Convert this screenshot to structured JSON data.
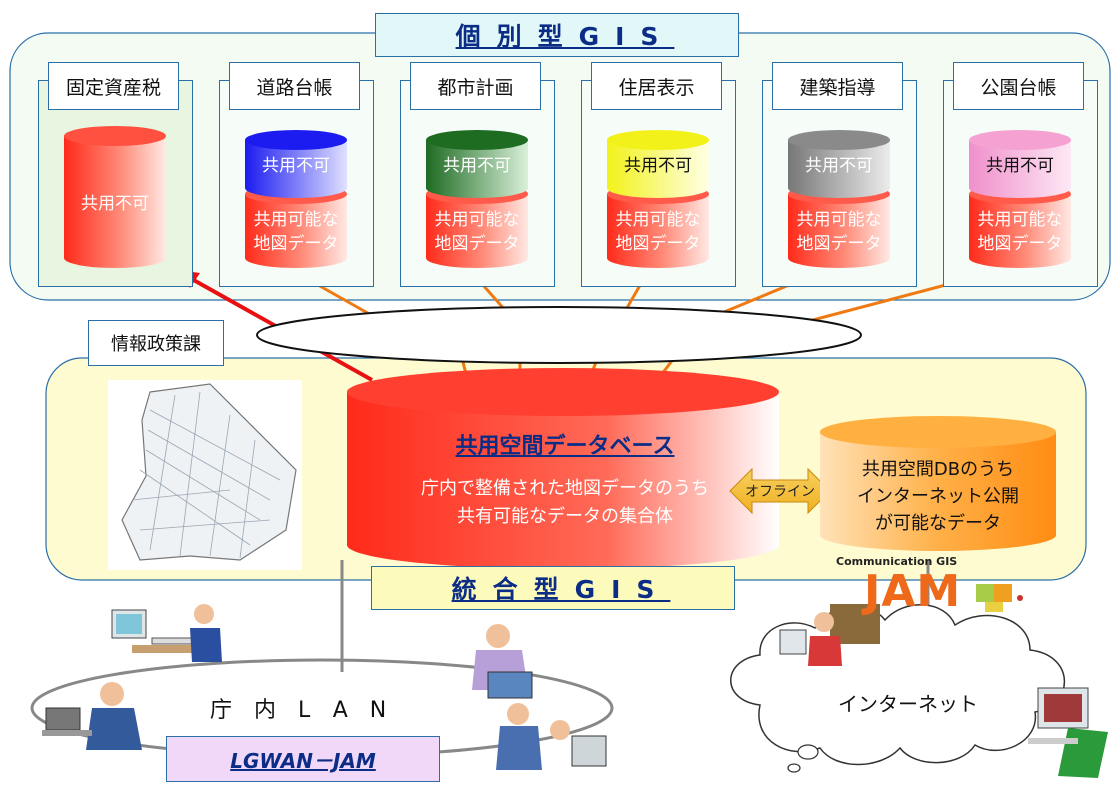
{
  "individual_gis": {
    "title": "個別型GIS",
    "departments": [
      {
        "name": "固定資産税",
        "cyl_label": "共用不可",
        "color": "#ff3b2b"
      },
      {
        "name": "道路台帳",
        "top_label": "共用不可",
        "bottom_label": "共用可能な\n地図データ",
        "color": "#1c1cf0"
      },
      {
        "name": "都市計画",
        "top_label": "共用不可",
        "bottom_label": "共用可能な\n地図データ",
        "color": "#1e6b22"
      },
      {
        "name": "住居表示",
        "top_label": "共用不可",
        "bottom_label": "共用可能な\n地図データ",
        "color": "#f2f21a"
      },
      {
        "name": "建築指導",
        "top_label": "共用不可",
        "bottom_label": "共用可能な\n地図データ",
        "color": "#8a8a8a"
      },
      {
        "name": "公園台帳",
        "top_label": "共用不可",
        "bottom_label": "共用可能な\n地図データ",
        "color": "#f5a2d2"
      }
    ]
  },
  "info_division": {
    "label": "情報政策課"
  },
  "shared_db": {
    "title": "共用空間データベース",
    "line1": "庁内で整備された地図データのうち",
    "line2": "共有可能なデータの集合体"
  },
  "offline": {
    "label": "オフライン"
  },
  "public_db": {
    "line1": "共用空間DBのうち",
    "line2": "インターネット公開",
    "line3": "が可能なデータ"
  },
  "integrated_gis": {
    "title": "統合型GIS"
  },
  "jam_logo": {
    "caption": "Communication GIS",
    "word": "JAM"
  },
  "lan": {
    "label": "庁内LAN"
  },
  "lgwan": {
    "label": "LGWAN－JAM"
  },
  "internet": {
    "label": "インターネット"
  }
}
